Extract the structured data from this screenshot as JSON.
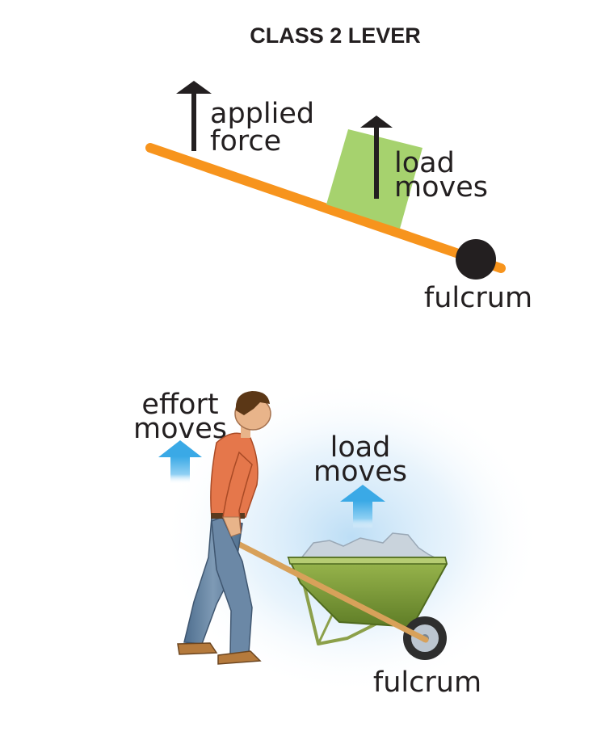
{
  "title": "CLASS 2 LEVER",
  "diagram": {
    "applied_force_line1": "applied",
    "applied_force_line2": "force",
    "load_line1": "load",
    "load_line2": "moves",
    "fulcrum": "fulcrum"
  },
  "illustration": {
    "effort_line1": "effort",
    "effort_line2": "moves",
    "load_line1": "load",
    "load_line2": "moves",
    "fulcrum": "fulcrum"
  },
  "colors": {
    "lever_bar": "#f7941d",
    "load_box": "#a6d26e",
    "fulcrum": "#231f20",
    "arrow": "#231f20",
    "blue_arrow": "#4ab3e8",
    "wheelbarrow": "#7a9a3a",
    "shirt": "#e5774b",
    "jeans": "#5a7a9a"
  }
}
